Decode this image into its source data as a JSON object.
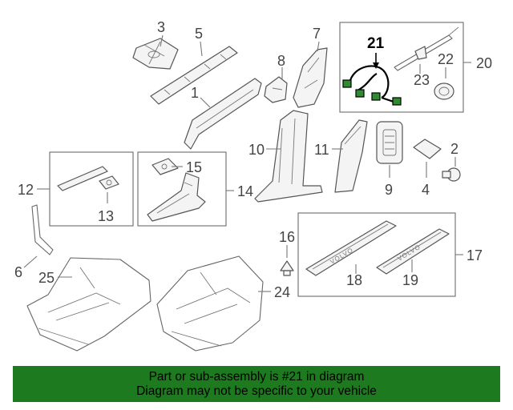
{
  "callouts": {
    "n1": "1",
    "n2": "2",
    "n3": "3",
    "n4": "4",
    "n5": "5",
    "n6": "6",
    "n7": "7",
    "n8": "8",
    "n9": "9",
    "n10": "10",
    "n11": "11",
    "n12": "12",
    "n13": "13",
    "n14": "14",
    "n15": "15",
    "n16": "16",
    "n17": "17",
    "n18": "18",
    "n19": "19",
    "n20": "20",
    "n21": "21",
    "n22": "22",
    "n23": "23",
    "n24": "24",
    "n25": "25"
  },
  "highlighted_part": "21",
  "embossed_text": {
    "sill_left": "VOLVO",
    "sill_right": "VOLVO"
  },
  "banner": {
    "line1": "Part or sub-assembly is #21 in diagram",
    "line2": "Diagram may not be specific to your vehicle"
  },
  "colors": {
    "banner_bg": "#1e7a1e",
    "connector": "#2e8b2e",
    "linework": "#555555"
  }
}
